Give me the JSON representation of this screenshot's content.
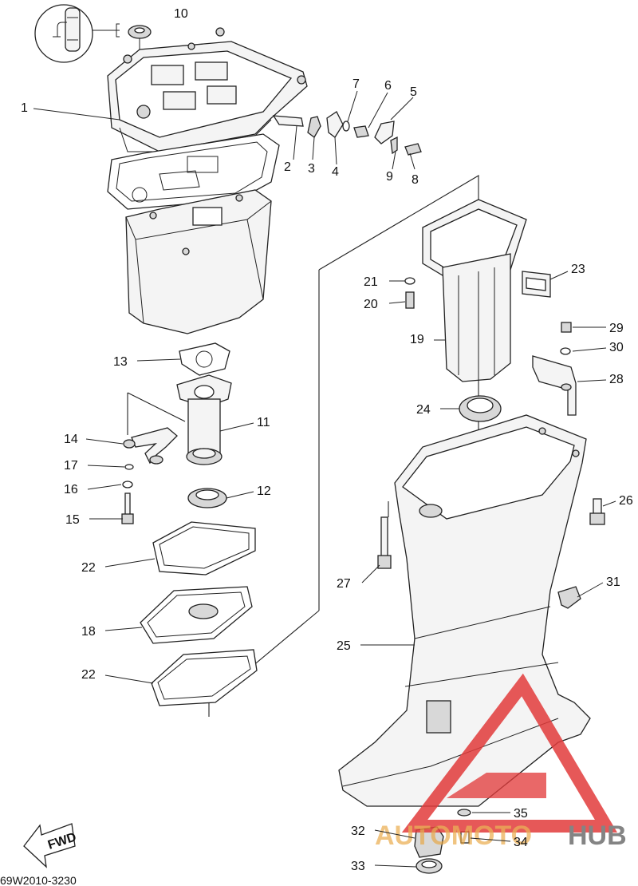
{
  "diagram": {
    "callouts": [
      {
        "id": "1",
        "label": "1"
      },
      {
        "id": "2",
        "label": "2"
      },
      {
        "id": "3",
        "label": "3"
      },
      {
        "id": "4",
        "label": "4"
      },
      {
        "id": "5",
        "label": "5"
      },
      {
        "id": "6",
        "label": "6"
      },
      {
        "id": "7",
        "label": "7"
      },
      {
        "id": "8",
        "label": "8"
      },
      {
        "id": "9",
        "label": "9"
      },
      {
        "id": "10",
        "label": "10"
      },
      {
        "id": "11",
        "label": "11"
      },
      {
        "id": "12",
        "label": "12"
      },
      {
        "id": "13",
        "label": "13"
      },
      {
        "id": "14",
        "label": "14"
      },
      {
        "id": "15",
        "label": "15"
      },
      {
        "id": "16",
        "label": "16"
      },
      {
        "id": "17",
        "label": "17"
      },
      {
        "id": "18",
        "label": "18"
      },
      {
        "id": "19",
        "label": "19"
      },
      {
        "id": "20",
        "label": "20"
      },
      {
        "id": "21",
        "label": "21"
      },
      {
        "id": "22a",
        "label": "22"
      },
      {
        "id": "22b",
        "label": "22"
      },
      {
        "id": "23",
        "label": "23"
      },
      {
        "id": "24",
        "label": "24"
      },
      {
        "id": "25",
        "label": "25"
      },
      {
        "id": "26",
        "label": "26"
      },
      {
        "id": "27",
        "label": "27"
      },
      {
        "id": "28",
        "label": "28"
      },
      {
        "id": "29",
        "label": "29"
      },
      {
        "id": "30",
        "label": "30"
      },
      {
        "id": "31",
        "label": "31"
      },
      {
        "id": "32",
        "label": "32"
      },
      {
        "id": "33",
        "label": "33"
      },
      {
        "id": "34",
        "label": "34"
      },
      {
        "id": "35",
        "label": "35"
      }
    ],
    "fwd_label": "FWD",
    "figure_code": "69W2010-3230"
  },
  "watermark": {
    "text_left": "AUTOMOTO",
    "text_right": "HUB",
    "color_red": "#e23b3b",
    "color_gold": "#e8a33a",
    "color_gray": "#6f6f6f"
  }
}
